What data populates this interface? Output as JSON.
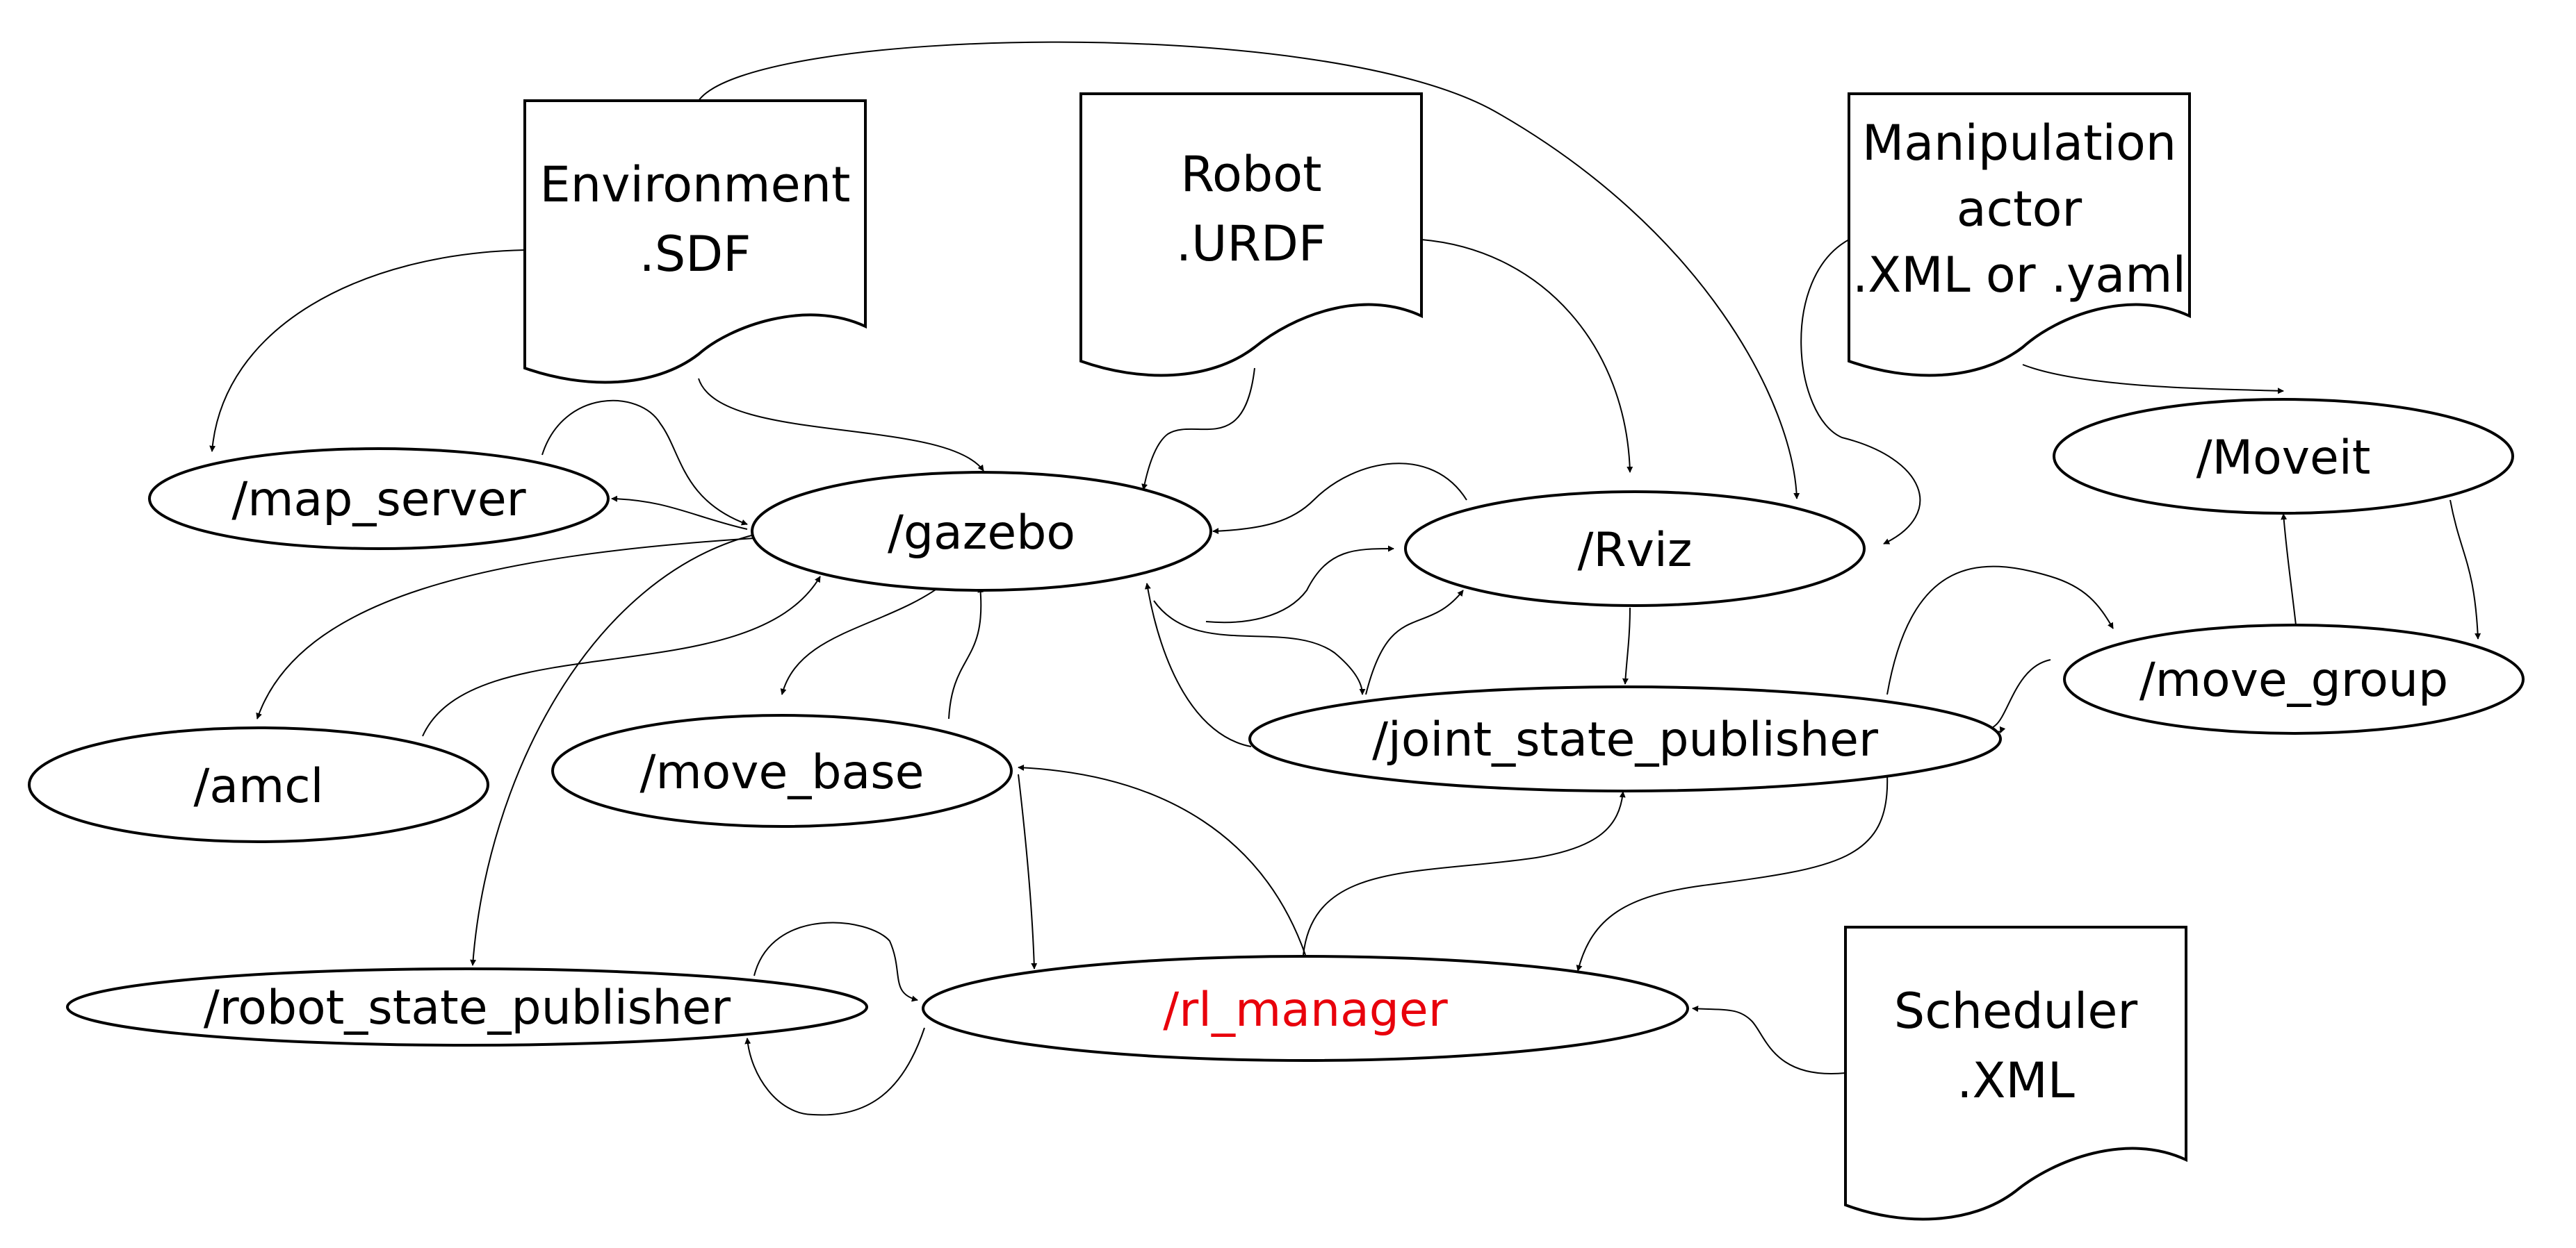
{
  "colors": {
    "stroke": "#000000",
    "text": "#000000",
    "highlight": "#e8000b",
    "background": "#ffffff"
  },
  "documents": {
    "environment": {
      "line1": "Environment",
      "line2": ".SDF"
    },
    "robot": {
      "line1": "Robot",
      "line2": ".URDF"
    },
    "manipulation": {
      "line1": "Manipulation",
      "line2": "actor",
      "line3": ".XML or .yaml"
    },
    "scheduler": {
      "line1": "Scheduler",
      "line2": ".XML"
    }
  },
  "nodes": {
    "map_server": "/map_server",
    "gazebo": "/gazebo",
    "rviz": "/Rviz",
    "moveit": "/Moveit",
    "move_group": "/move_group",
    "amcl": "/amcl",
    "move_base": "/move_base",
    "joint_state_publisher": "/joint_state_publisher",
    "robot_state_publisher": "/robot_state_publisher",
    "rl_manager": "/rl_manager"
  }
}
